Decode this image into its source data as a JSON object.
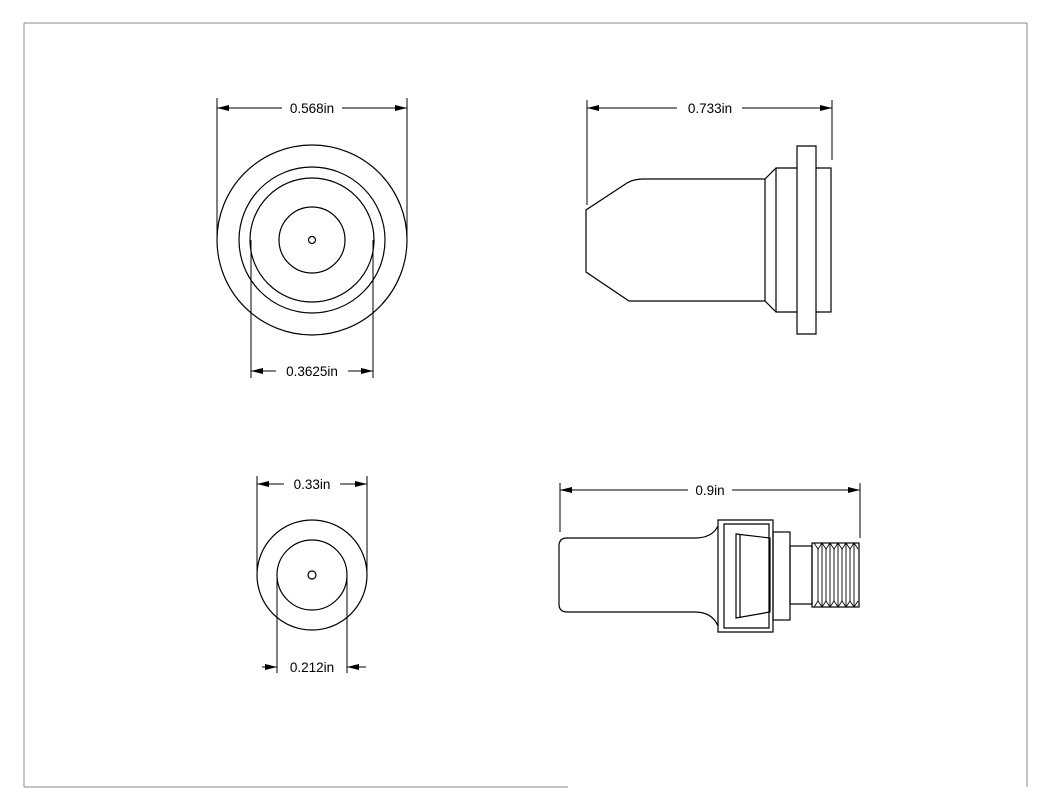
{
  "drawing": {
    "views": [
      {
        "name": "front-view-large",
        "dimensions": [
          {
            "label": "0.568in"
          },
          {
            "label": "0.3625in"
          }
        ]
      },
      {
        "name": "side-view-large",
        "dimensions": [
          {
            "label": "0.733in"
          }
        ]
      },
      {
        "name": "front-view-small",
        "dimensions": [
          {
            "label": "0.33in"
          },
          {
            "label": "0.212in"
          }
        ]
      },
      {
        "name": "side-view-small",
        "dimensions": [
          {
            "label": "0.9in"
          }
        ]
      }
    ]
  }
}
